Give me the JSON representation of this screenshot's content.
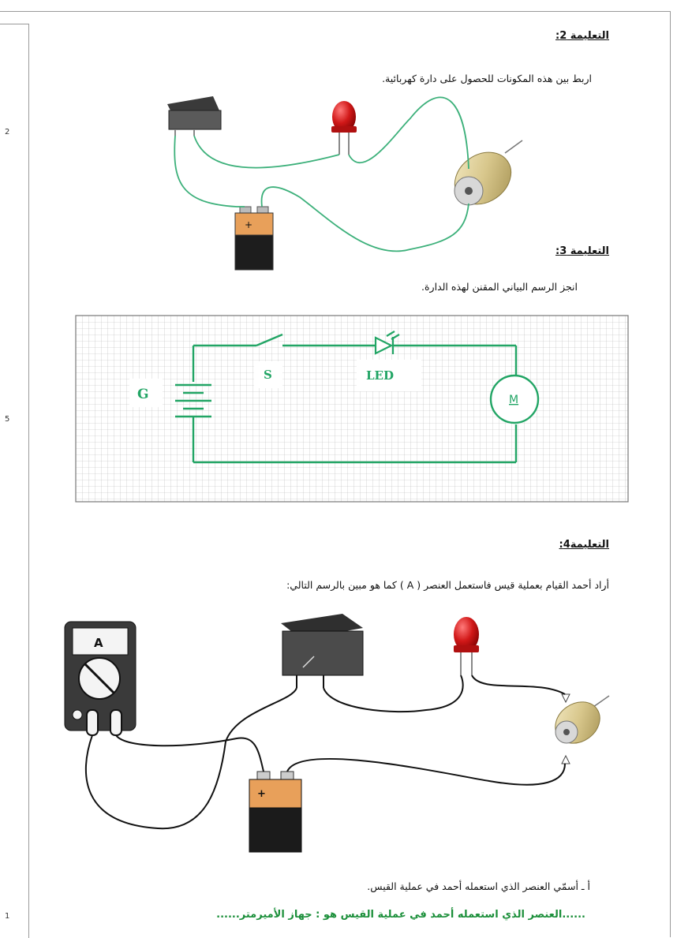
{
  "margin_scores": [
    "2",
    "5",
    "1"
  ],
  "sections": [
    {
      "heading": "التعليمة 2:",
      "text": "اربط بين هذه المكونات للحصول على دارة كهربائية."
    },
    {
      "heading": "التعليمة 3:",
      "text": "انجز الرسم البياني المقنن لهذه الدارة."
    },
    {
      "heading": "التعليمة4:",
      "text": "أراد أحمد القيام بعملية قيس فاستعمل العنصر ( A ) كما هو مبين بالرسم التالي:"
    }
  ],
  "schematic_labels": {
    "generator": "G",
    "switch": "S",
    "led": "LED",
    "motor": "M"
  },
  "meter_label": "A",
  "battery_sign": "+",
  "question_a": "أ ـ أسمّي العنصر الذي استعمله أحمد في عملية القيس.",
  "answer_a": "......العنصر الذي استعمله أحمد في عملية القيس هو : جهاز الأميرمتر......",
  "colors": {
    "wire_green": "#3cb07a",
    "schematic_green": "#22a565",
    "answer_green": "#1b8f3a",
    "led_red": "#d11818"
  }
}
